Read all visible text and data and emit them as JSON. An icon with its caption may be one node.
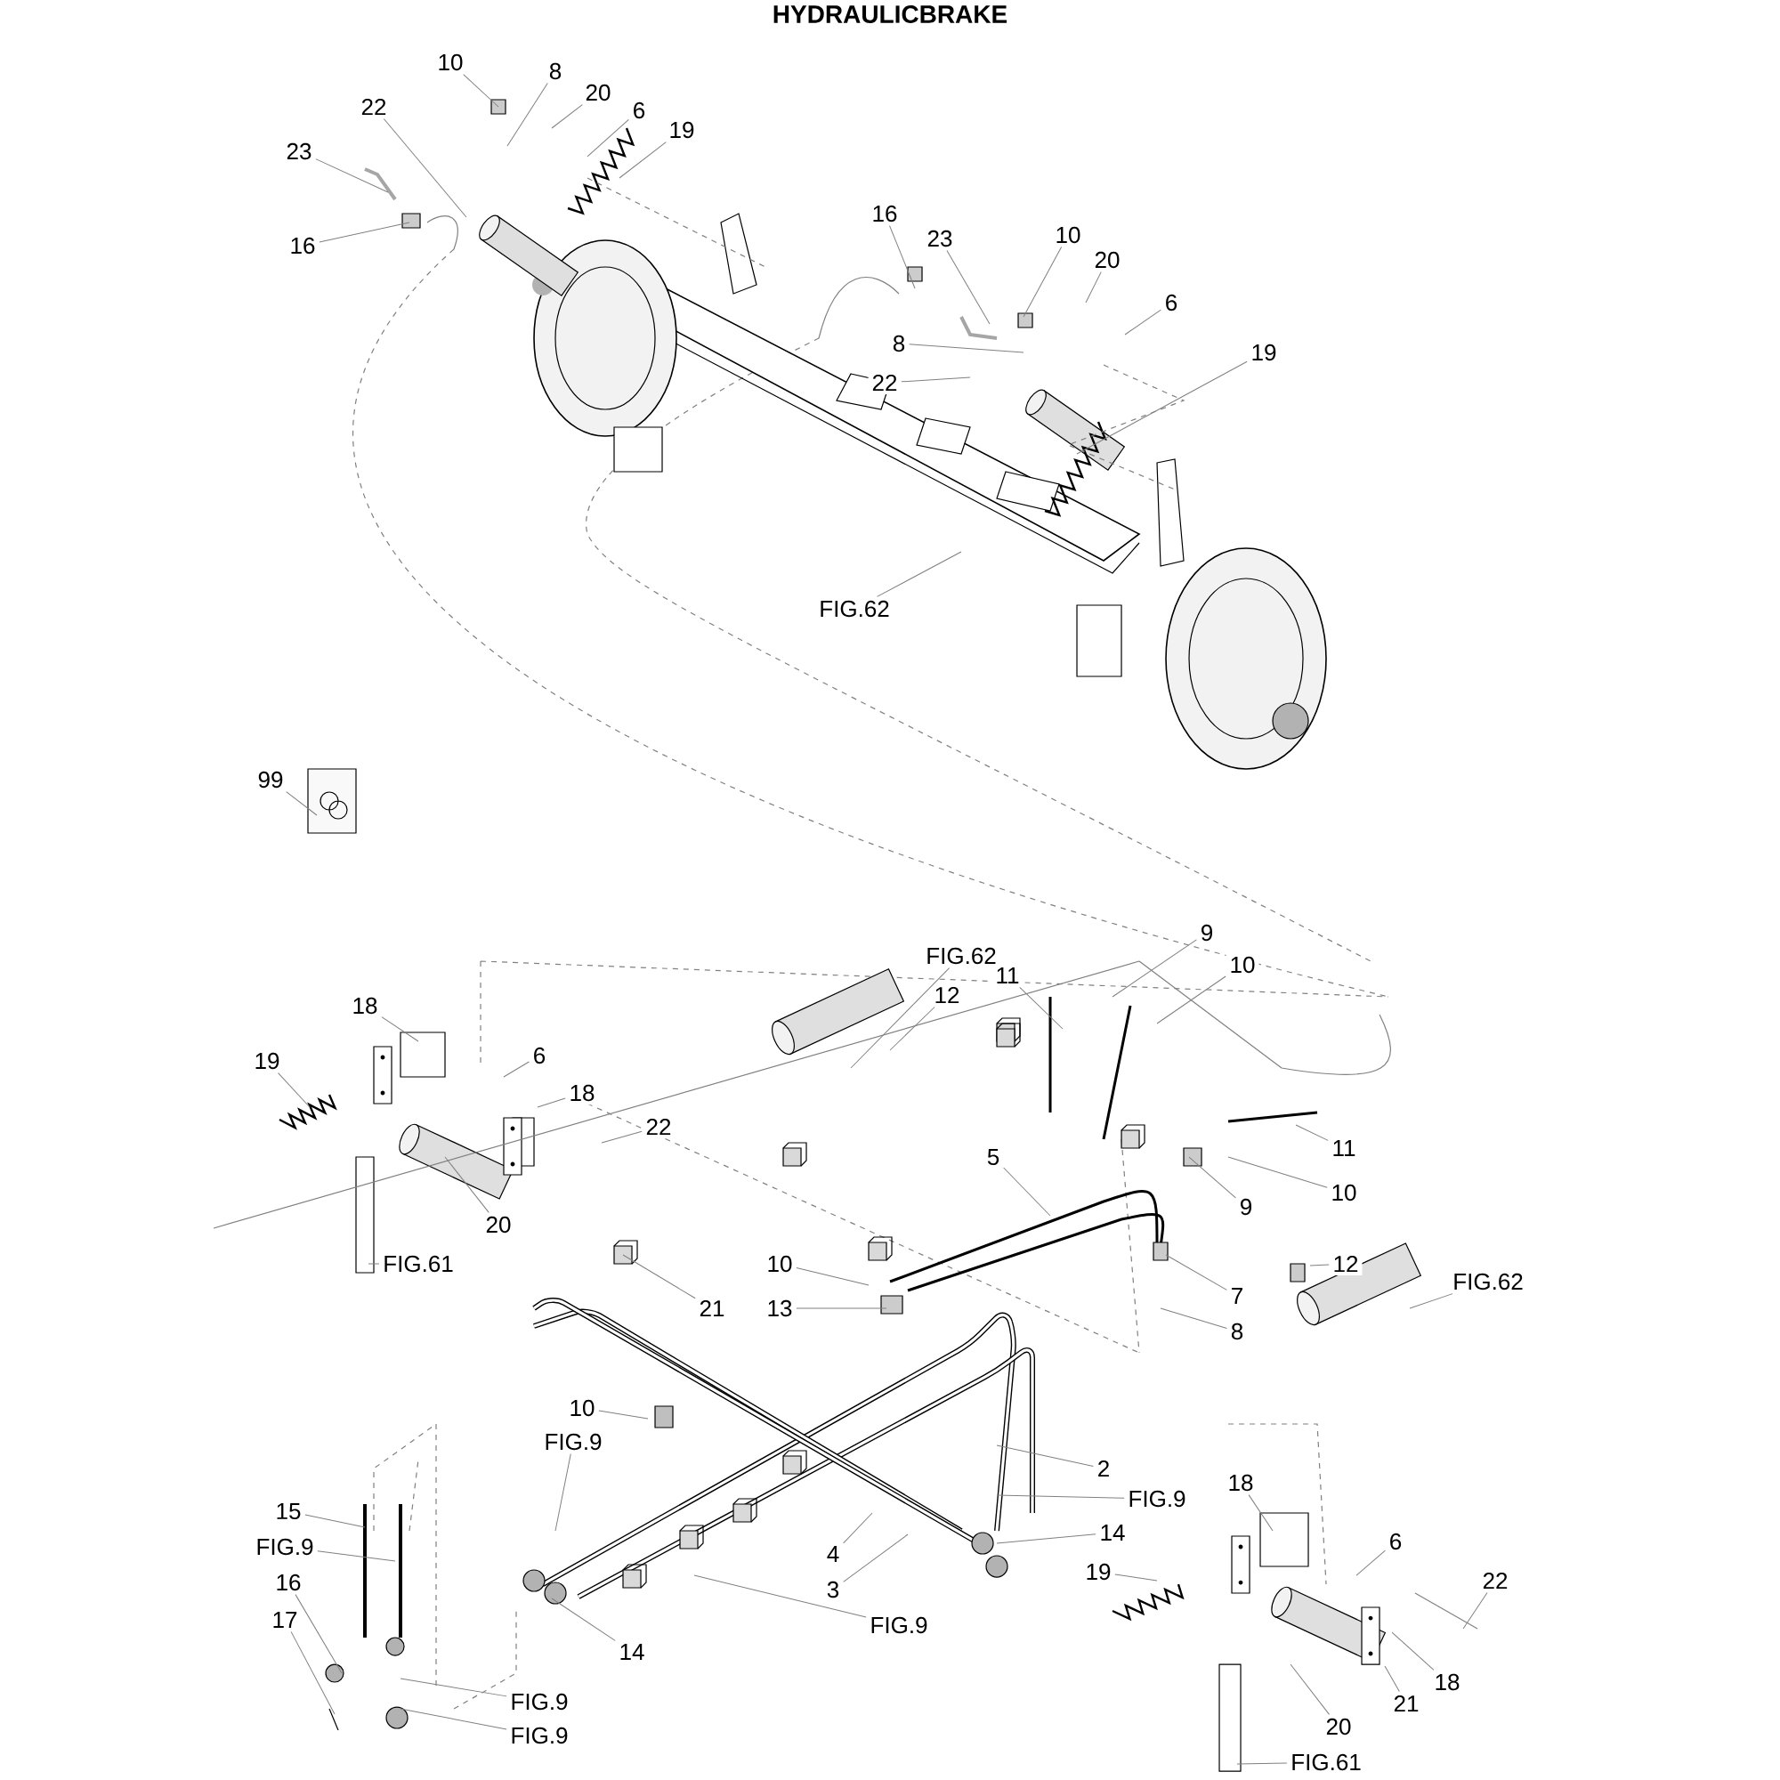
{
  "diagram": {
    "title": "HYDRAULICBRAKE",
    "nodes": [
      {
        "text": [
          "10"
        ]
      },
      {
        "text": [
          "8"
        ]
      },
      {
        "text": [
          "20"
        ]
      },
      {
        "text": [
          "22"
        ]
      },
      {
        "text": [
          "6"
        ]
      },
      {
        "text": [
          "19"
        ]
      },
      {
        "text": [
          "23"
        ]
      },
      {
        "text": [
          "16"
        ]
      },
      {
        "text": [
          "16"
        ]
      },
      {
        "text": [
          "23"
        ]
      },
      {
        "text": [
          "10"
        ]
      },
      {
        "text": [
          "20"
        ]
      },
      {
        "text": [
          "6"
        ]
      },
      {
        "text": [
          "8"
        ]
      },
      {
        "text": [
          "19"
        ]
      },
      {
        "text": [
          "22"
        ]
      },
      {
        "text": [
          "FIG.62"
        ]
      },
      {
        "text": [
          "99"
        ]
      },
      {
        "text": [
          "FIG.62"
        ]
      },
      {
        "text": [
          "9"
        ]
      },
      {
        "text": [
          "10"
        ]
      },
      {
        "text": [
          "11"
        ]
      },
      {
        "text": [
          "12"
        ]
      },
      {
        "text": [
          "18"
        ]
      },
      {
        "text": [
          "19"
        ]
      },
      {
        "text": [
          "6"
        ]
      },
      {
        "text": [
          "18"
        ]
      },
      {
        "text": [
          "22"
        ]
      },
      {
        "text": [
          "11"
        ]
      },
      {
        "text": [
          "5"
        ]
      },
      {
        "text": [
          "10"
        ]
      },
      {
        "text": [
          "9"
        ]
      },
      {
        "text": [
          "20"
        ]
      },
      {
        "text": [
          "FIG.61"
        ]
      },
      {
        "text": [
          "10"
        ]
      },
      {
        "text": [
          "12"
        ]
      },
      {
        "text": [
          "FIG.62"
        ]
      },
      {
        "text": [
          "7"
        ]
      },
      {
        "text": [
          "21"
        ]
      },
      {
        "text": [
          "13"
        ]
      },
      {
        "text": [
          "8"
        ]
      },
      {
        "text": [
          "10"
        ]
      },
      {
        "text": [
          "FIG.9"
        ]
      },
      {
        "text": [
          "2"
        ]
      },
      {
        "text": [
          "18"
        ]
      },
      {
        "text": [
          "FIG.9"
        ]
      },
      {
        "text": [
          "15"
        ]
      },
      {
        "text": [
          "14"
        ]
      },
      {
        "text": [
          "6"
        ]
      },
      {
        "text": [
          "FIG.9"
        ]
      },
      {
        "text": [
          "4"
        ]
      },
      {
        "text": [
          "19"
        ]
      },
      {
        "text": [
          "22"
        ]
      },
      {
        "text": [
          "16"
        ]
      },
      {
        "text": [
          "3"
        ]
      },
      {
        "text": [
          "17"
        ]
      },
      {
        "text": [
          "FIG.9"
        ]
      },
      {
        "text": [
          "14"
        ]
      },
      {
        "text": [
          "18"
        ]
      },
      {
        "text": [
          "FIG.9"
        ]
      },
      {
        "text": [
          "21"
        ]
      },
      {
        "text": [
          "20"
        ]
      },
      {
        "text": [
          "FIG.9"
        ]
      },
      {
        "text": [
          "FIG.61"
        ]
      }
    ],
    "edges": [
      {
        "from": 0,
        "to": null,
        "arrow": "none"
      },
      {
        "from": 1,
        "to": null,
        "arrow": "none"
      },
      {
        "from": 2,
        "to": null,
        "arrow": "none"
      },
      {
        "from": 3,
        "to": null,
        "arrow": "none"
      },
      {
        "from": 4,
        "to": null,
        "arrow": "none"
      },
      {
        "from": 5,
        "to": null,
        "arrow": "none"
      },
      {
        "from": 6,
        "to": null,
        "arrow": "none"
      },
      {
        "from": 7,
        "to": null,
        "arrow": "none"
      },
      {
        "from": 8,
        "to": null,
        "arrow": "none"
      },
      {
        "from": 9,
        "to": null,
        "arrow": "none"
      },
      {
        "from": 10,
        "to": null,
        "arrow": "none"
      },
      {
        "from": 11,
        "to": null,
        "arrow": "none"
      },
      {
        "from": 12,
        "to": null,
        "arrow": "none"
      },
      {
        "from": 13,
        "to": null,
        "arrow": "none"
      },
      {
        "from": 14,
        "to": null,
        "arrow": "none"
      },
      {
        "from": 15,
        "to": null,
        "arrow": "none"
      },
      {
        "from": 16,
        "to": null,
        "arrow": "none"
      },
      {
        "from": 17,
        "to": null,
        "arrow": "none"
      },
      {
        "from": 18,
        "to": null,
        "arrow": "none"
      },
      {
        "from": 19,
        "to": null,
        "arrow": "none"
      },
      {
        "from": 20,
        "to": null,
        "arrow": "none"
      },
      {
        "from": 21,
        "to": null,
        "arrow": "none"
      },
      {
        "from": 22,
        "to": null,
        "arrow": "none"
      },
      {
        "from": 23,
        "to": null,
        "arrow": "none"
      },
      {
        "from": 24,
        "to": null,
        "arrow": "none"
      },
      {
        "from": 25,
        "to": null,
        "arrow": "none"
      },
      {
        "from": 26,
        "to": null,
        "arrow": "none"
      },
      {
        "from": 27,
        "to": null,
        "arrow": "none"
      },
      {
        "from": 28,
        "to": null,
        "arrow": "none"
      },
      {
        "from": 29,
        "to": null,
        "arrow": "none"
      },
      {
        "from": 30,
        "to": null,
        "arrow": "none"
      },
      {
        "from": 31,
        "to": null,
        "arrow": "none"
      },
      {
        "from": 32,
        "to": null,
        "arrow": "none"
      },
      {
        "from": 33,
        "to": null,
        "arrow": "none"
      },
      {
        "from": 34,
        "to": null,
        "arrow": "none"
      },
      {
        "from": 35,
        "to": null,
        "arrow": "none"
      },
      {
        "from": 36,
        "to": null,
        "arrow": "none"
      },
      {
        "from": 37,
        "to": null,
        "arrow": "none"
      },
      {
        "from": 38,
        "to": null,
        "arrow": "none"
      },
      {
        "from": 39,
        "to": null,
        "arrow": "none"
      },
      {
        "from": 40,
        "to": null,
        "arrow": "none"
      },
      {
        "from": 41,
        "to": null,
        "arrow": "none"
      },
      {
        "from": 42,
        "to": null,
        "arrow": "none"
      },
      {
        "from": 43,
        "to": null,
        "arrow": "none"
      },
      {
        "from": 44,
        "to": null,
        "arrow": "none"
      },
      {
        "from": 45,
        "to": null,
        "arrow": "none"
      },
      {
        "from": 46,
        "to": null,
        "arrow": "none"
      },
      {
        "from": 47,
        "to": null,
        "arrow": "none"
      },
      {
        "from": 48,
        "to": null,
        "arrow": "none"
      },
      {
        "from": 49,
        "to": null,
        "arrow": "none"
      },
      {
        "from": 50,
        "to": null,
        "arrow": "none"
      },
      {
        "from": 51,
        "to": null,
        "arrow": "none"
      },
      {
        "from": 52,
        "to": null,
        "arrow": "none"
      },
      {
        "from": 53,
        "to": null,
        "arrow": "none"
      },
      {
        "from": 54,
        "to": null,
        "arrow": "none"
      },
      {
        "from": 55,
        "to": null,
        "arrow": "none"
      },
      {
        "from": 56,
        "to": null,
        "arrow": "none"
      },
      {
        "from": 57,
        "to": null,
        "arrow": "none"
      },
      {
        "from": 58,
        "to": null,
        "arrow": "none"
      },
      {
        "from": 59,
        "to": null,
        "arrow": "none"
      },
      {
        "from": 60,
        "to": null,
        "arrow": "none"
      },
      {
        "from": 61,
        "to": null,
        "arrow": "none"
      },
      {
        "from": 62,
        "to": null,
        "arrow": "none"
      },
      {
        "from": 63,
        "to": null,
        "arrow": "none"
      }
    ]
  }
}
